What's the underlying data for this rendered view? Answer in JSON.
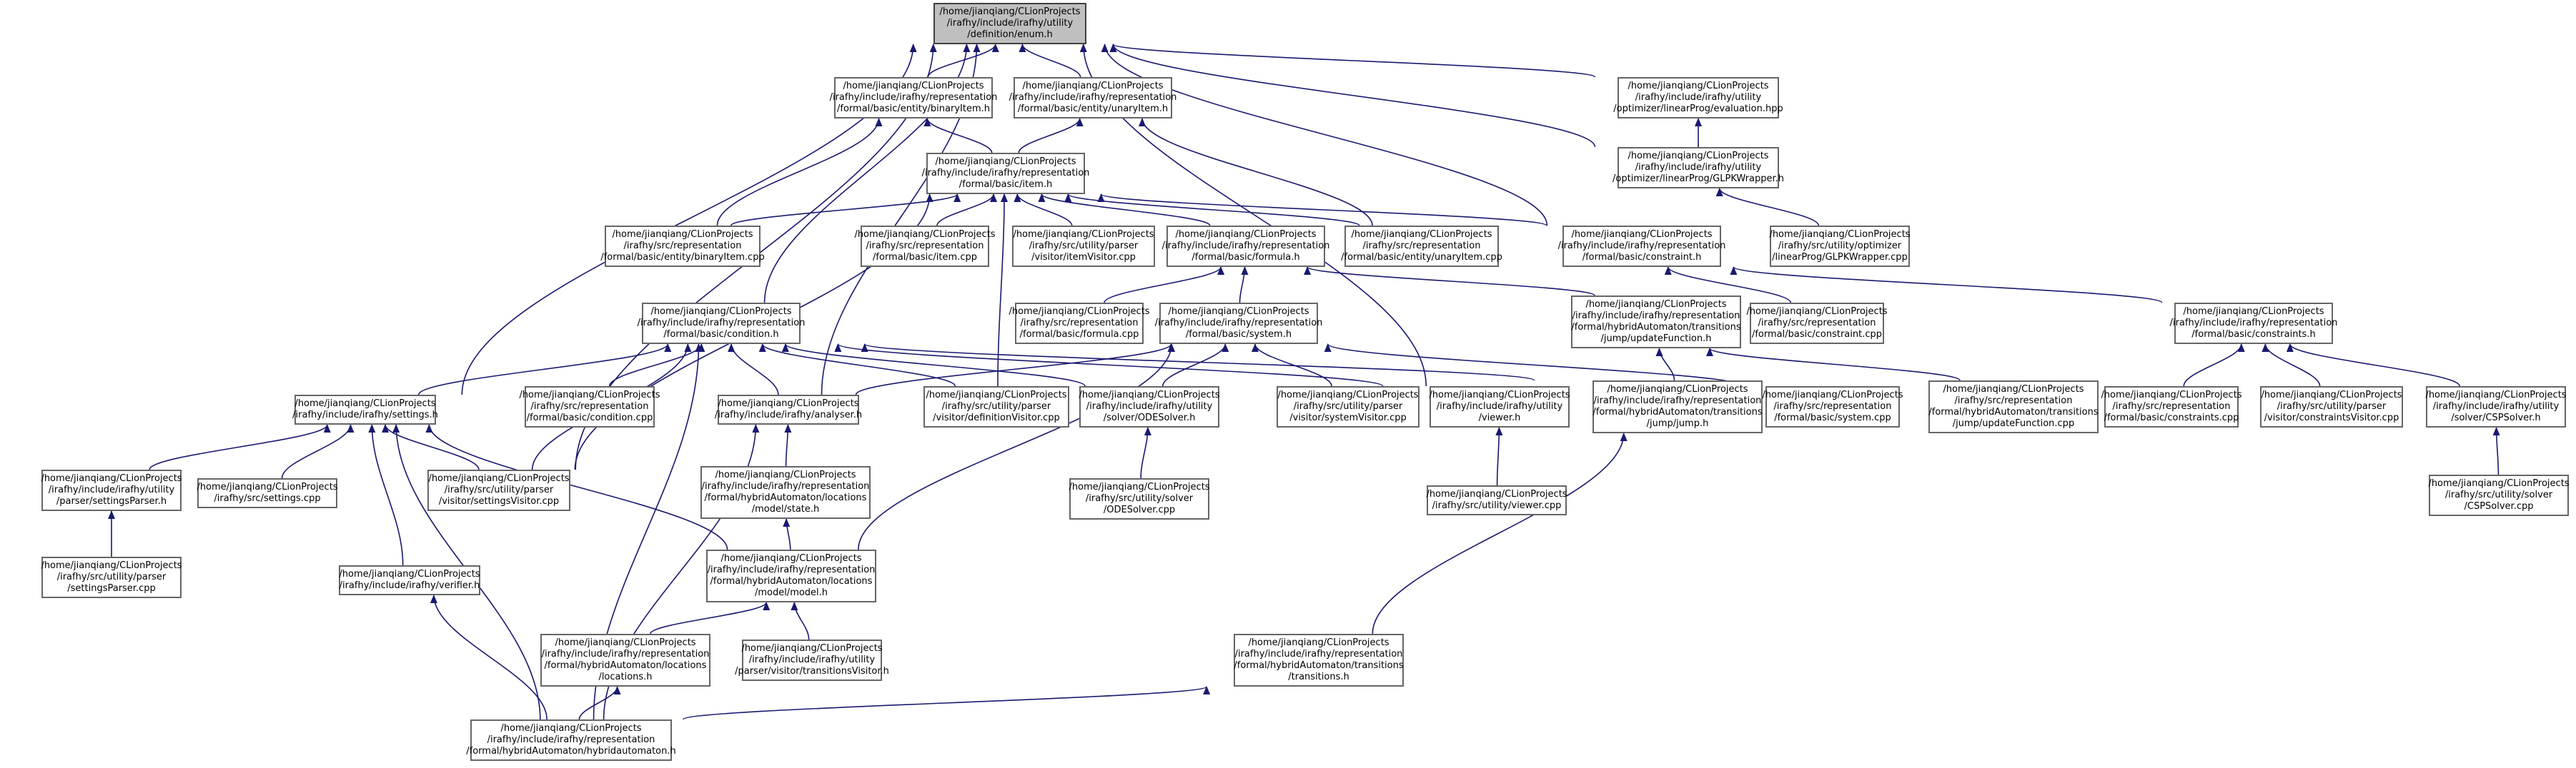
{
  "colors": {
    "edge": "#191970",
    "node_border": "#666666",
    "root_fill": "#bfbfbf"
  },
  "nodes": [
    {
      "id": "enum_h",
      "lines": [
        "/home/jianqiang/CLionProjects",
        "/irafhy/include/irafhy/utility",
        "/definition/enum.h"
      ],
      "root": true
    },
    {
      "id": "binaryItem_h",
      "lines": [
        "/home/jianqiang/CLionProjects",
        "/irafhy/include/irafhy/representation",
        "/formal/basic/entity/binaryItem.h"
      ]
    },
    {
      "id": "unaryItem_h",
      "lines": [
        "/home/jianqiang/CLionProjects",
        "/irafhy/include/irafhy/representation",
        "/formal/basic/entity/unaryItem.h"
      ]
    },
    {
      "id": "evaluation_hpp",
      "lines": [
        "/home/jianqiang/CLionProjects",
        "/irafhy/include/irafhy/utility",
        "/optimizer/linearProg/evaluation.hpp"
      ]
    },
    {
      "id": "glpk_h",
      "lines": [
        "/home/jianqiang/CLionProjects",
        "/irafhy/include/irafhy/utility",
        "/optimizer/linearProg/GLPKWrapper.h"
      ]
    },
    {
      "id": "item_h",
      "lines": [
        "/home/jianqiang/CLionProjects",
        "/irafhy/include/irafhy/representation",
        "/formal/basic/item.h"
      ]
    },
    {
      "id": "binaryItem_cpp",
      "lines": [
        "/home/jianqiang/CLionProjects",
        "/irafhy/src/representation",
        "/formal/basic/entity/binaryItem.cpp"
      ]
    },
    {
      "id": "item_cpp",
      "lines": [
        "/home/jianqiang/CLionProjects",
        "/irafhy/src/representation",
        "/formal/basic/item.cpp"
      ]
    },
    {
      "id": "itemVisitor_cpp",
      "lines": [
        "/home/jianqiang/CLionProjects",
        "/irafhy/src/utility/parser",
        "/visitor/itemVisitor.cpp"
      ]
    },
    {
      "id": "formula_h",
      "lines": [
        "/home/jianqiang/CLionProjects",
        "/irafhy/include/irafhy/representation",
        "/formal/basic/formula.h"
      ]
    },
    {
      "id": "unaryItem_cpp",
      "lines": [
        "/home/jianqiang/CLionProjects",
        "/irafhy/src/representation",
        "/formal/basic/entity/unaryItem.cpp"
      ]
    },
    {
      "id": "constraint_h",
      "lines": [
        "/home/jianqiang/CLionProjects",
        "/irafhy/include/irafhy/representation",
        "/formal/basic/constraint.h"
      ]
    },
    {
      "id": "glpk_cpp",
      "lines": [
        "/home/jianqiang/CLionProjects",
        "/irafhy/src/utility/optimizer",
        "/linearProg/GLPKWrapper.cpp"
      ]
    },
    {
      "id": "formula_cpp",
      "lines": [
        "/home/jianqiang/CLionProjects",
        "/irafhy/src/representation",
        "/formal/basic/formula.cpp"
      ]
    },
    {
      "id": "condition_h",
      "lines": [
        "/home/jianqiang/CLionProjects",
        "/irafhy/include/irafhy/representation",
        "/formal/basic/condition.h"
      ]
    },
    {
      "id": "system_h",
      "lines": [
        "/home/jianqiang/CLionProjects",
        "/irafhy/include/irafhy/representation",
        "/formal/basic/system.h"
      ]
    },
    {
      "id": "updateFunction_h",
      "lines": [
        "/home/jianqiang/CLionProjects",
        "/irafhy/include/irafhy/representation",
        "/formal/hybridAutomaton/transitions",
        "/jump/updateFunction.h"
      ]
    },
    {
      "id": "constraint_cpp",
      "lines": [
        "/home/jianqiang/CLionProjects",
        "/irafhy/src/representation",
        "/formal/basic/constraint.cpp"
      ]
    },
    {
      "id": "constraints_h",
      "lines": [
        "/home/jianqiang/CLionProjects",
        "/irafhy/include/irafhy/representation",
        "/formal/basic/constraints.h"
      ]
    },
    {
      "id": "settings_h",
      "lines": [
        "/home/jianqiang/CLionProjects",
        "/irafhy/include/irafhy/settings.h"
      ]
    },
    {
      "id": "condition_cpp",
      "lines": [
        "/home/jianqiang/CLionProjects",
        "/irafhy/src/representation",
        "/formal/basic/condition.cpp"
      ]
    },
    {
      "id": "analyser_h",
      "lines": [
        "/home/jianqiang/CLionProjects",
        "/irafhy/include/irafhy/analyser.h"
      ]
    },
    {
      "id": "definitionVisitor_cpp",
      "lines": [
        "/home/jianqiang/CLionProjects",
        "/irafhy/src/utility/parser",
        "/visitor/definitionVisitor.cpp"
      ]
    },
    {
      "id": "odesolver_h",
      "lines": [
        "/home/jianqiang/CLionProjects",
        "/irafhy/include/irafhy/utility",
        "/solver/ODESolver.h"
      ]
    },
    {
      "id": "systemVisitor_cpp",
      "lines": [
        "/home/jianqiang/CLionProjects",
        "/irafhy/src/utility/parser",
        "/visitor/systemVisitor.cpp"
      ]
    },
    {
      "id": "viewer_h",
      "lines": [
        "/home/jianqiang/CLionProjects",
        "/irafhy/include/irafhy/utility",
        "/viewer.h"
      ]
    },
    {
      "id": "jump_h",
      "lines": [
        "/home/jianqiang/CLionProjects",
        "/irafhy/include/irafhy/representation",
        "/formal/hybridAutomaton/transitions",
        "/jump/jump.h"
      ]
    },
    {
      "id": "system_cpp",
      "lines": [
        "/home/jianqiang/CLionProjects",
        "/irafhy/src/representation",
        "/formal/basic/system.cpp"
      ]
    },
    {
      "id": "updateFunction_cpp",
      "lines": [
        "/home/jianqiang/CLionProjects",
        "/irafhy/src/representation",
        "/formal/hybridAutomaton/transitions",
        "/jump/updateFunction.cpp"
      ]
    },
    {
      "id": "constraints_cpp",
      "lines": [
        "/home/jianqiang/CLionProjects",
        "/irafhy/src/representation",
        "/formal/basic/constraints.cpp"
      ]
    },
    {
      "id": "constraintsVisitor_cpp",
      "lines": [
        "/home/jianqiang/CLionProjects",
        "/irafhy/src/utility/parser",
        "/visitor/constraintsVisitor.cpp"
      ]
    },
    {
      "id": "cspsolver_h",
      "lines": [
        "/home/jianqiang/CLionProjects",
        "/irafhy/include/irafhy/utility",
        "/solver/CSPSolver.h"
      ]
    },
    {
      "id": "settingsParser_h",
      "lines": [
        "/home/jianqiang/CLionProjects",
        "/irafhy/include/irafhy/utility",
        "/parser/settingsParser.h"
      ]
    },
    {
      "id": "settings_cpp",
      "lines": [
        "/home/jianqiang/CLionProjects",
        "/irafhy/src/settings.cpp"
      ]
    },
    {
      "id": "settingsVisitor_cpp",
      "lines": [
        "/home/jianqiang/CLionProjects",
        "/irafhy/src/utility/parser",
        "/visitor/settingsVisitor.cpp"
      ]
    },
    {
      "id": "state_h",
      "lines": [
        "/home/jianqiang/CLionProjects",
        "/irafhy/include/irafhy/representation",
        "/formal/hybridAutomaton/locations",
        "/model/state.h"
      ]
    },
    {
      "id": "odesolver_cpp",
      "lines": [
        "/home/jianqiang/CLionProjects",
        "/irafhy/src/utility/solver",
        "/ODESolver.cpp"
      ]
    },
    {
      "id": "viewer_cpp",
      "lines": [
        "/home/jianqiang/CLionProjects",
        "/irafhy/src/utility/viewer.cpp"
      ]
    },
    {
      "id": "cspsolver_cpp",
      "lines": [
        "/home/jianqiang/CLionProjects",
        "/irafhy/src/utility/solver",
        "/CSPSolver.cpp"
      ]
    },
    {
      "id": "settingsParser_cpp",
      "lines": [
        "/home/jianqiang/CLionProjects",
        "/irafhy/src/utility/parser",
        "/settingsParser.cpp"
      ]
    },
    {
      "id": "verifier_h",
      "lines": [
        "/home/jianqiang/CLionProjects",
        "/irafhy/include/irafhy/verifier.h"
      ]
    },
    {
      "id": "model_h",
      "lines": [
        "/home/jianqiang/CLionProjects",
        "/irafhy/include/irafhy/representation",
        "/formal/hybridAutomaton/locations",
        "/model/model.h"
      ]
    },
    {
      "id": "locations_h",
      "lines": [
        "/home/jianqiang/CLionProjects",
        "/irafhy/include/irafhy/representation",
        "/formal/hybridAutomaton/locations",
        "/locations.h"
      ]
    },
    {
      "id": "transitionsVisitor_h",
      "lines": [
        "/home/jianqiang/CLionProjects",
        "/irafhy/include/irafhy/utility",
        "/parser/visitor/transitionsVisitor.h"
      ]
    },
    {
      "id": "transitions_h",
      "lines": [
        "/home/jianqiang/CLionProjects",
        "/irafhy/include/irafhy/representation",
        "/formal/hybridAutomaton/transitions",
        "/transitions.h"
      ]
    },
    {
      "id": "hybridautomaton_h",
      "lines": [
        "/home/jianqiang/CLionProjects",
        "/irafhy/include/irafhy/representation",
        "/formal/hybridAutomaton/hybridautomaton.h"
      ]
    }
  ],
  "edges": [
    [
      "binaryItem_h",
      "enum_h"
    ],
    [
      "unaryItem_h",
      "enum_h"
    ],
    [
      "evaluation_hpp",
      "enum_h"
    ],
    [
      "glpk_h",
      "enum_h"
    ],
    [
      "constraint_h",
      "enum_h"
    ],
    [
      "condition_h",
      "enum_h"
    ],
    [
      "settings_h",
      "enum_h"
    ],
    [
      "analyser_h",
      "enum_h"
    ],
    [
      "settingsVisitor_cpp",
      "enum_h"
    ],
    [
      "viewer_h",
      "enum_h"
    ],
    [
      "glpk_h",
      "evaluation_hpp"
    ],
    [
      "glpk_cpp",
      "glpk_h"
    ],
    [
      "item_h",
      "binaryItem_h"
    ],
    [
      "binaryItem_cpp",
      "binaryItem_h"
    ],
    [
      "item_h",
      "unaryItem_h"
    ],
    [
      "unaryItem_cpp",
      "unaryItem_h"
    ],
    [
      "binaryItem_cpp",
      "item_h"
    ],
    [
      "item_cpp",
      "item_h"
    ],
    [
      "itemVisitor_cpp",
      "item_h"
    ],
    [
      "formula_h",
      "item_h"
    ],
    [
      "unaryItem_cpp",
      "item_h"
    ],
    [
      "constraint_h",
      "item_h"
    ],
    [
      "settingsVisitor_cpp",
      "item_h"
    ],
    [
      "definitionVisitor_cpp",
      "item_h"
    ],
    [
      "formula_cpp",
      "formula_h"
    ],
    [
      "system_h",
      "formula_h"
    ],
    [
      "updateFunction_h",
      "formula_h"
    ],
    [
      "constraint_cpp",
      "constraint_h"
    ],
    [
      "constraints_h",
      "constraint_h"
    ],
    [
      "settings_h",
      "condition_h"
    ],
    [
      "condition_cpp",
      "condition_h"
    ],
    [
      "analyser_h",
      "condition_h"
    ],
    [
      "definitionVisitor_cpp",
      "condition_h"
    ],
    [
      "odesolver_h",
      "condition_h"
    ],
    [
      "jump_h",
      "condition_h"
    ],
    [
      "viewer_h",
      "condition_h"
    ],
    [
      "settingsVisitor_cpp",
      "condition_h"
    ],
    [
      "hybridautomaton_h",
      "condition_h"
    ],
    [
      "system_cpp",
      "system_h"
    ],
    [
      "systemVisitor_cpp",
      "system_h"
    ],
    [
      "odesolver_h",
      "system_h"
    ],
    [
      "analyser_h",
      "system_h"
    ],
    [
      "model_h",
      "system_h"
    ],
    [
      "jump_h",
      "updateFunction_h"
    ],
    [
      "updateFunction_cpp",
      "updateFunction_h"
    ],
    [
      "constraints_cpp",
      "constraints_h"
    ],
    [
      "constraintsVisitor_cpp",
      "constraints_h"
    ],
    [
      "cspsolver_h",
      "constraints_h"
    ],
    [
      "settingsParser_h",
      "settings_h"
    ],
    [
      "settings_cpp",
      "settings_h"
    ],
    [
      "settingsVisitor_cpp",
      "settings_h"
    ],
    [
      "verifier_h",
      "settings_h"
    ],
    [
      "model_h",
      "settings_h"
    ],
    [
      "hybridautomaton_h",
      "settings_h"
    ],
    [
      "state_h",
      "analyser_h"
    ],
    [
      "hybridautomaton_h",
      "analyser_h"
    ],
    [
      "odesolver_cpp",
      "odesolver_h"
    ],
    [
      "viewer_cpp",
      "viewer_h"
    ],
    [
      "cspsolver_cpp",
      "cspsolver_h"
    ],
    [
      "settingsParser_cpp",
      "settingsParser_h"
    ],
    [
      "model_h",
      "state_h"
    ],
    [
      "hybridautomaton_h",
      "verifier_h"
    ],
    [
      "locations_h",
      "model_h"
    ],
    [
      "transitionsVisitor_h",
      "model_h"
    ],
    [
      "hybridautomaton_h",
      "locations_h"
    ],
    [
      "transitions_h",
      "jump_h"
    ],
    [
      "hybridautomaton_h",
      "transitions_h"
    ]
  ]
}
